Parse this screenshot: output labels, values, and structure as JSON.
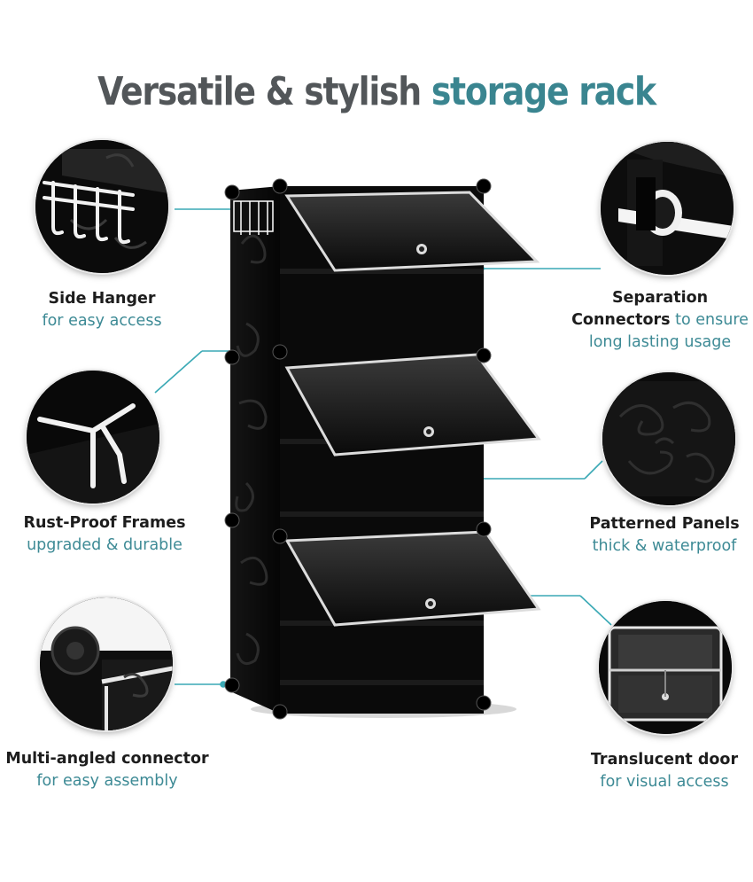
{
  "title": {
    "part1": "Versatile & stylish",
    "part2": "storage rack"
  },
  "features": {
    "side_hanger": {
      "heading": "Side Hanger",
      "sub": "for easy access"
    },
    "separation": {
      "heading_a": "Separation",
      "heading_b": "Connectors",
      "sub_b": " to ensure",
      "sub_c": "long lasting usage"
    },
    "rust_proof": {
      "heading": "Rust-Proof Frames",
      "sub": "upgraded & durable"
    },
    "patterned": {
      "heading": "Patterned Panels",
      "sub": "thick & waterproof"
    },
    "connector": {
      "heading": "Multi-angled connector",
      "sub": "for easy assembly"
    },
    "translucent": {
      "heading": "Translucent door",
      "sub": "for visual access"
    }
  },
  "colors": {
    "accent": "#3a8590",
    "heading": "#525659",
    "panel": "#0c0c0c",
    "leader": "#3aa9b5"
  },
  "icons": [
    "side-hanger-photo",
    "separation-connector-photo",
    "rust-proof-frame-photo",
    "patterned-panel-photo",
    "multi-angle-connector-photo",
    "translucent-door-photo"
  ]
}
